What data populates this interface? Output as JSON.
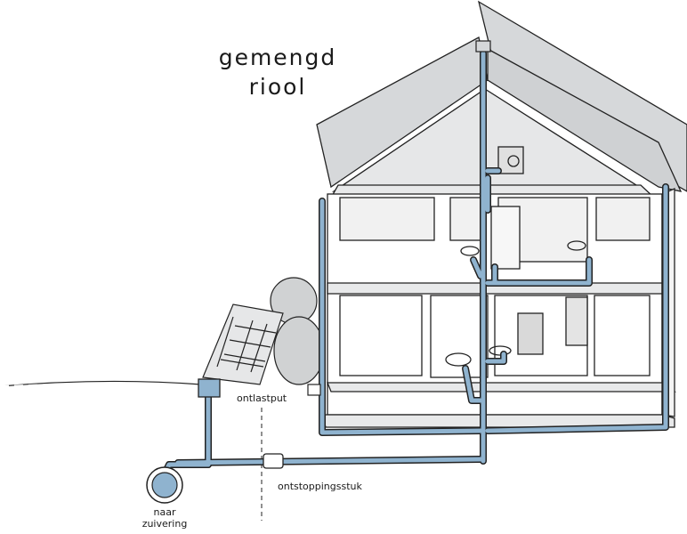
{
  "title": {
    "line1": "gemengd",
    "line2": "riool"
  },
  "labels": {
    "ontlastput": "ontlastput",
    "ontstoppingsstuk": "ontstoppingsstuk",
    "naar_line1": "naar",
    "naar_line2": "zuivering"
  },
  "colors": {
    "pipe": "#8fb3cf",
    "outline": "#222222",
    "roof": "#d6d8da",
    "floor": "#e8e9ea",
    "bush": "#d0d2d3"
  }
}
